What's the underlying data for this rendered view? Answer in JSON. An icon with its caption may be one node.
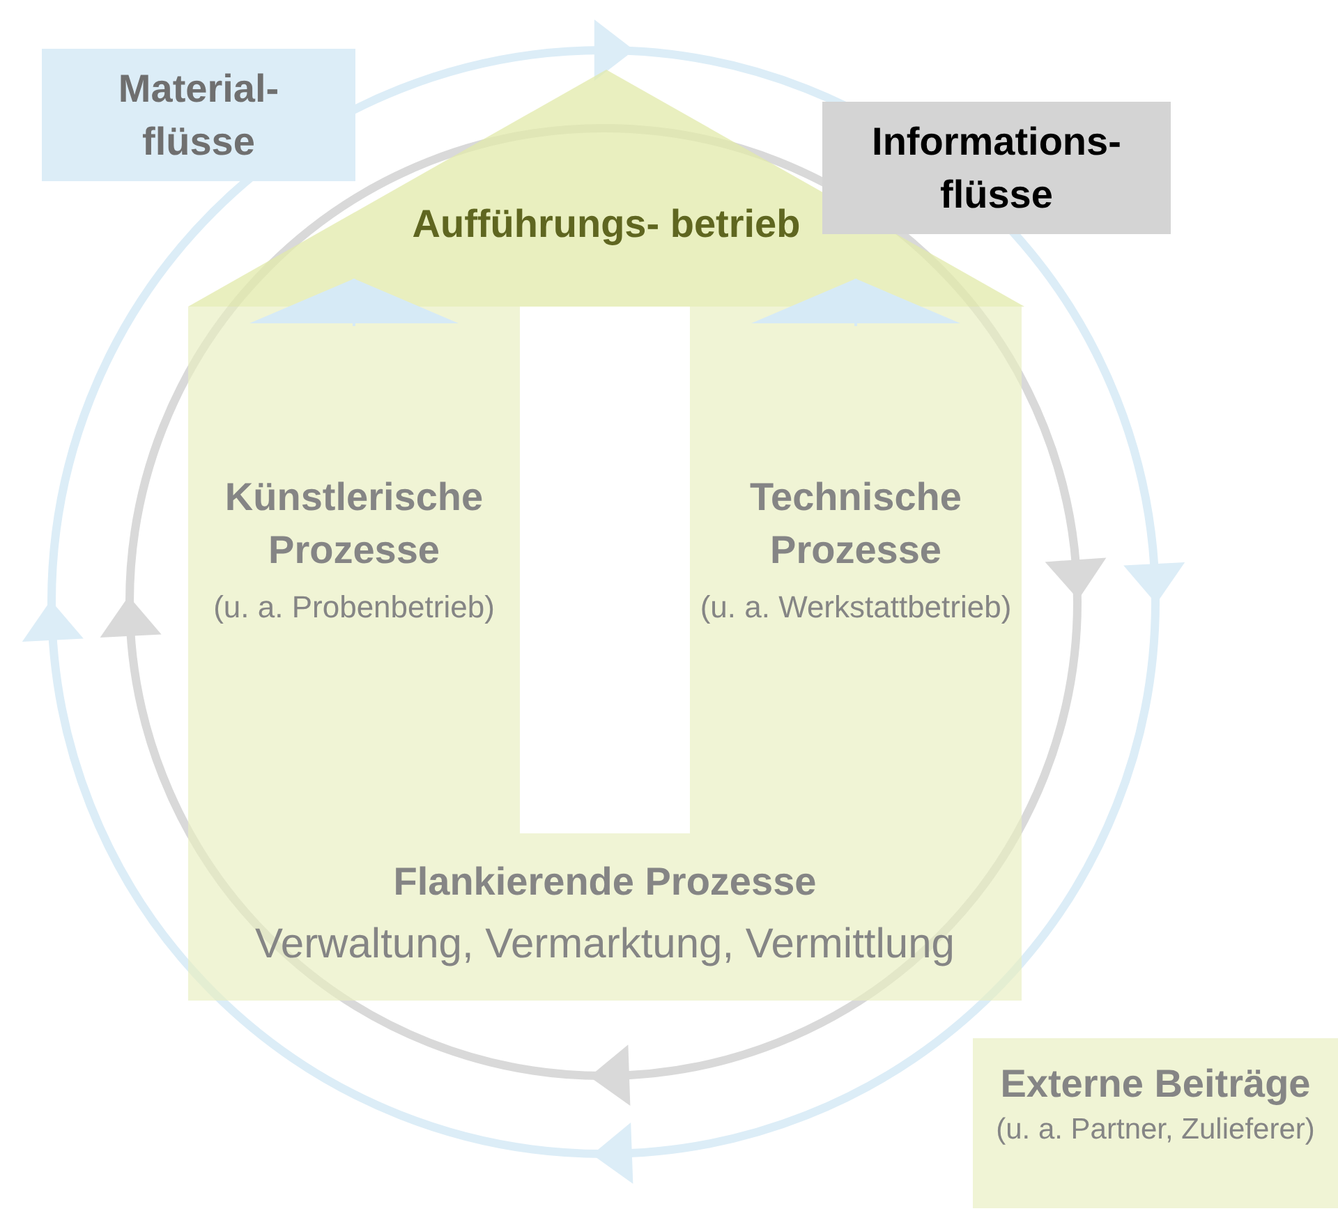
{
  "diagram": {
    "nodes": [
      {
        "text": [
          "Aufführungs- betrieb"
        ]
      },
      {
        "text": [
          "Künstlerische Prozesse",
          "(u. a. Probenbetrieb)"
        ]
      },
      {
        "text": [
          "Technische Prozesse",
          "(u. a. Werkstattbetrieb)"
        ]
      },
      {
        "text": [
          "Flankierende Prozesse",
          "Verwaltung, Vermarktung, Vermittlung"
        ]
      },
      {
        "text": [
          "Externe Beiträge",
          "(u. a. Partner, Zulieferer)"
        ]
      }
    ],
    "edges": [
      {
        "from": 1,
        "to": 0,
        "arrow": "to",
        "color": "#d6eaf6"
      },
      {
        "from": 2,
        "to": 0,
        "arrow": "to",
        "color": "#d6eaf6"
      }
    ],
    "legend": [
      {
        "text": "Material- flüsse",
        "color": "#dcedf7"
      },
      {
        "text": "Informations- flüsse",
        "color": "#d4d4d4"
      }
    ]
  }
}
